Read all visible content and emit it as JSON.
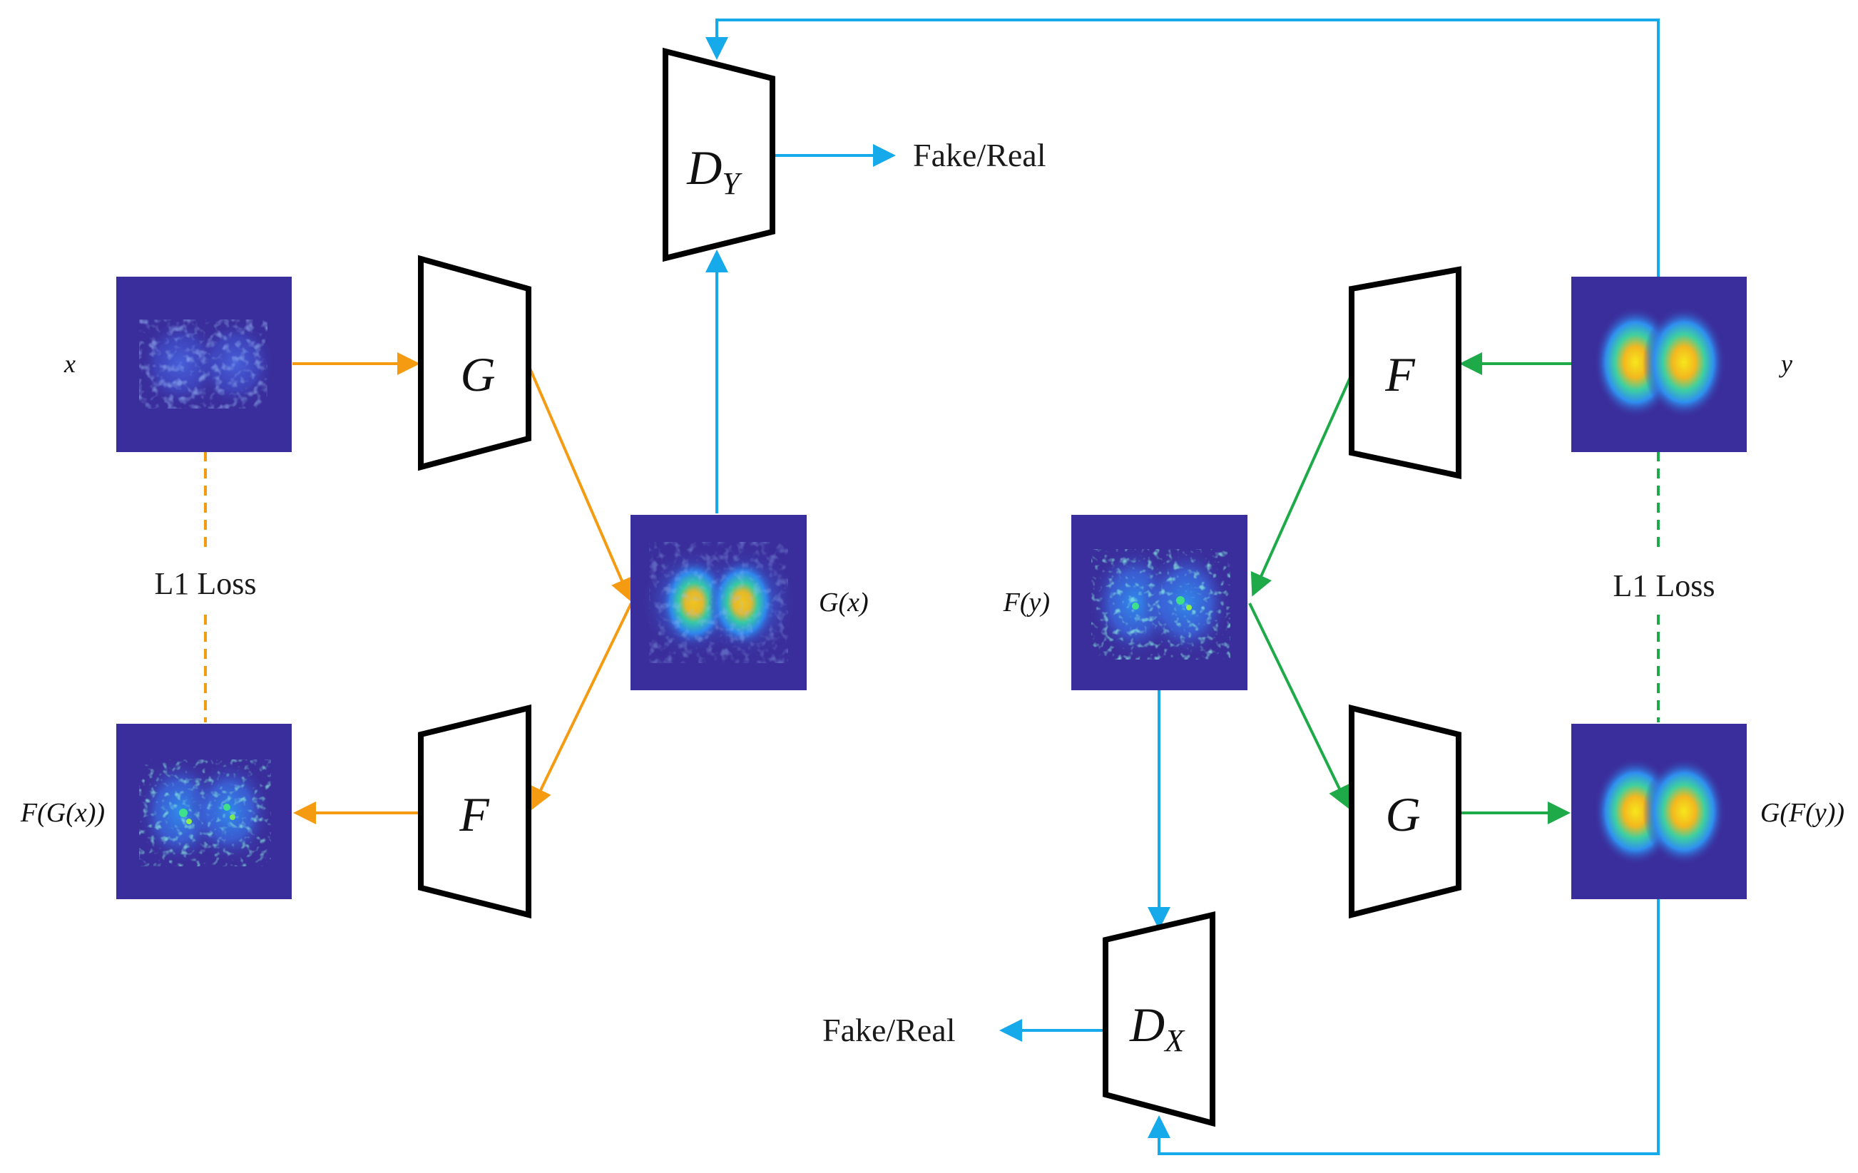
{
  "colors": {
    "orange": "#f59b12",
    "green": "#1faa4a",
    "blue": "#16aaea",
    "image_background": "#3a2e9c",
    "blob_core": "#f2cd1c",
    "blob_mid": "#2ec7a6",
    "blob_edge": "#2f8ff0"
  },
  "panels": {
    "x": "x",
    "gx": "G(x)",
    "fgx": "F(G(x))",
    "y": "y",
    "fy": "F(y)",
    "gfy": "G(F(y))"
  },
  "networks": {
    "g_left": "G",
    "f_left": "F",
    "f_right": "F",
    "g_right": "G",
    "dy_main": "D",
    "dy_sub": "Y",
    "dx_main": "D",
    "dx_sub": "X"
  },
  "outputs": {
    "dy": "Fake/Real",
    "dx": "Fake/Real"
  },
  "losses": {
    "left": "L1 Loss",
    "right": "L1 Loss"
  },
  "icons": {
    "image_panels": "speckle-image-icon",
    "networks": "trapezoid-network-icon"
  }
}
